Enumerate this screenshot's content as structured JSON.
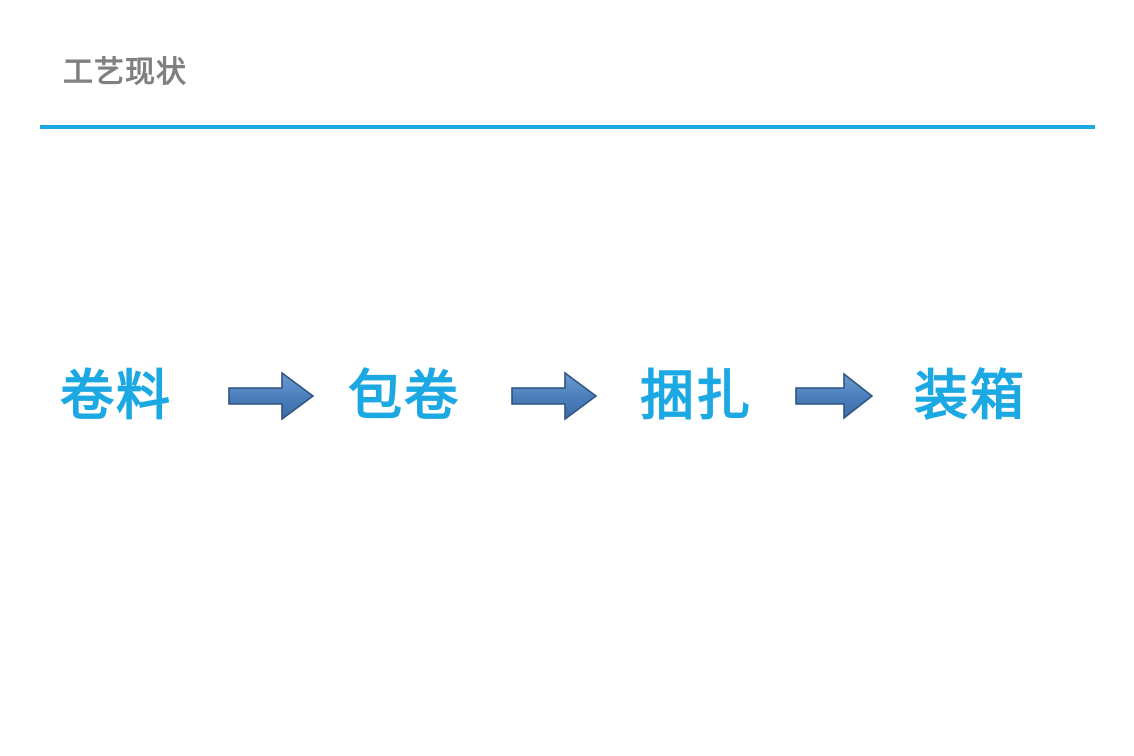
{
  "slide": {
    "title": "工艺现状",
    "background_color": "#FFFFFF",
    "title_color": "#808080",
    "rule_color": "#1CA9E3"
  },
  "flow": {
    "step_color": "#1CA9E3",
    "arrow_fill": "#4A7EBB",
    "arrow_fill_light": "#6E9BD2",
    "arrow_stroke": "#2E5480",
    "arrow_icon_name": "right-arrow-icon",
    "steps": [
      {
        "label": "卷料"
      },
      {
        "label": "包卷"
      },
      {
        "label": "捆扎"
      },
      {
        "label": "装箱"
      }
    ],
    "arrows": [
      {
        "label": "箭头1"
      },
      {
        "label": "箭头2"
      },
      {
        "label": "箭头3"
      }
    ]
  }
}
